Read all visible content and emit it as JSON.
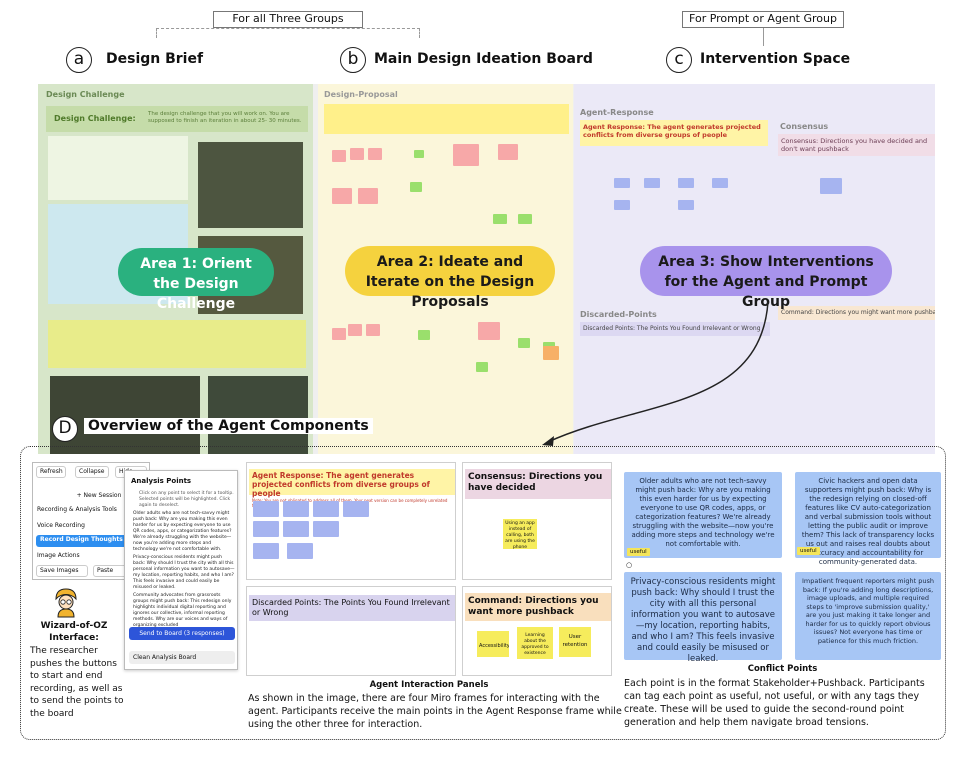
{
  "labels": {
    "group_all": "For all Three Groups",
    "group_prompt": "For Prompt or Agent Group",
    "a_letter": "a",
    "a_title": "Design Brief",
    "b_letter": "b",
    "b_title": "Main Design Ideation Board",
    "c_letter": "c",
    "c_title": "Intervention Space",
    "d_letter": "D",
    "d_title": "Overview of the Agent Components"
  },
  "areas": {
    "area1": "Area 1: Orient the Design Challenge",
    "area2": "Area 2: Ideate and Iterate on the Design Proposals",
    "area3": "Area 3: Show Interventions  for the Agent and Prompt Group"
  },
  "board": {
    "brief_frame": "Design Challenge",
    "brief_heading": "Design Challenge:",
    "brief_desc": "The design challenge that you will work on. You are supposed to finish an iteration in about 25- 30 minutes.",
    "proposal_frame": "Design-Proposal",
    "agent_response_frame": "Agent-Response",
    "agent_response_title": "Agent Response: The agent generates projected conflicts from diverse groups of people",
    "consensus_frame": "Consensus",
    "consensus_title": "Consensus: Directions you have decided and don't want pushback",
    "discarded_frame": "Discarded-Points",
    "discarded_title": "Discarded Points: The Points You Found Irrelevant or Wrong",
    "command_title": "Command: Directions you might want more pushback"
  },
  "woz": {
    "refresh": "Refresh",
    "collapse": "Collapse",
    "hide": "Hide",
    "new_session": "+ New Session",
    "recording_tools": "Recording & Analysis Tools",
    "voice_recording": "Voice Recording",
    "record_thoughts": "Record Design Thoughts",
    "image_actions": "Image Actions",
    "save_images": "Save Images",
    "paste": "Paste",
    "analysis_title": "Analysis Points",
    "analysis_hint": "Click on any point to select it for a tooltip. Selected points will be highlighted. Click again to deselect.",
    "analysis_points": [
      "Older adults who are not tech-savvy might push back: Why are you making this even harder for us by expecting everyone to use QR codes, apps, or categorization features? We're already struggling with the website—now you're adding more steps and technology we're not comfortable with.",
      "Privacy-conscious residents might push back: Why should I trust the city with all this personal information you want to autosave—my location, reporting habits, and who I am? This feels invasive and could easily be misused or leaked.",
      "Community advocates from grassroots groups might push back: This redesign only highlights individual digital reporting and ignores our collective, informal reporting methods. Why are our voices and ways of organizing excluded"
    ],
    "send_button": "Send to Board (3 responses)",
    "clean_button": "Clean Analysis Board",
    "caption_title": "Wizard-of-OZ Interface:",
    "caption_body": "The researcher pushes the buttons to start and end recording, as well as to send the points to the board"
  },
  "panels": {
    "agent_response_title": "Agent Response: The agent generates projected conflicts from diverse groups of people",
    "agent_response_note": "Note: You are not obligated to address all of them. Your next version can be completely unrelated to the points.",
    "consensus_title": "Consensus: Directions you have decided",
    "consensus_sticky": "Using an app instead of calling, both are using the phone",
    "discarded_title": "Discarded Points: The Points You Found Irrelevant or Wrong",
    "command_title": "Command: Directions you want more pushback",
    "command_stickies": [
      "Accessibility",
      "Learning about the approved to existence",
      "User retention"
    ],
    "caption_title": "Agent Interaction Panels",
    "caption_body": "As shown in the image, there are four Miro frames for interacting with the agent. Participants receive the main points in the Agent Response frame while using the other three for interaction."
  },
  "conflicts": {
    "points": [
      "Older adults who are not tech-savvy might push back: Why are you making this even harder for us by expecting everyone to use QR codes, apps, or categorization features? We're already struggling with the website—now you're adding more steps and technology we're not comfortable with.",
      "Civic hackers and open data supporters might push back: Why is the redesign relying on closed-off features like CV auto-categorization and verbal submission tools without letting the public audit or improve them? This lack of transparency locks us out and raises real doubts about accuracy and accountability for community-generated data.",
      "Privacy-conscious residents might push back: Why should I trust the city with all this personal information you want to autosave—my location, reporting habits, and who I am? This feels invasive and could easily be misused or leaked.",
      "Impatient frequent reporters might push back: If you're adding long descriptions, image uploads, and multiple required steps to 'improve submission quality,' are you just making it take longer and harder for us to quickly report obvious issues? Not everyone has time or patience for this much friction."
    ],
    "tag_useful": "useful",
    "caption_title": "Conflict Points",
    "caption_body": "Each point is in the format Stakeholder+Pushback. Participants can tag each point as useful, not useful, or with any tags they create. These will be used to guide the second-round point generation and help them navigate broad tensions."
  },
  "colors": {
    "area1": "#2ab17f",
    "area2": "#f5d23e",
    "area3": "#a893ec",
    "conflict_blue": "#a7c6f5",
    "woz_blue": "#2d55d9"
  }
}
